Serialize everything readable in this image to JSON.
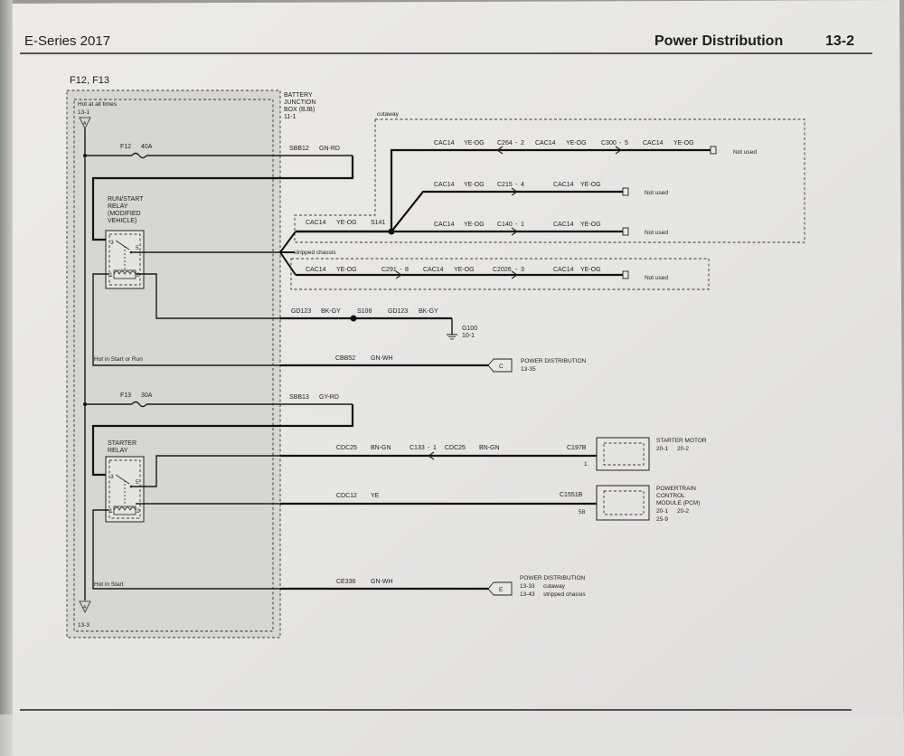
{
  "header": {
    "left": "E-Series 2017",
    "title": "Power Distribution",
    "page": "13-2"
  },
  "diagram": {
    "fuse_label": "F12, F13",
    "bjb": {
      "line1": "BATTERY",
      "line2": "JUNCTION",
      "line3": "BOX (BJB)",
      "line4": "11-1"
    },
    "hot_all_times": "Hot at all times",
    "ref_top": "13-1",
    "ref_bottom": "13-3",
    "conn_a": "A",
    "f12_name": "F12",
    "f12_rating": "40A",
    "f13_name": "F13",
    "f13_rating": "30A",
    "sbb12_circuit": "SBB12",
    "sbb12_color": "GN-RD",
    "sbb13_circuit": "SBB13",
    "sbb13_color": "GY-RD",
    "run_relay": {
      "line1": "RUN/START",
      "line2": "RELAY",
      "line3": "(MODIFIED",
      "line4": "VEHICLE)"
    },
    "starter_relay": {
      "line1": "STARTER",
      "line2": "RELAY"
    },
    "pin3": "3",
    "pin5": "5",
    "pin1": "1",
    "pin2": "2",
    "cutaway": "cutaway",
    "stripped_chassis": "stripped chassis",
    "cac14": "CAC14",
    "ye_og": "YE-OG",
    "s141": "S141",
    "c264": "C264",
    "c264_pin": "2",
    "c300": "C300",
    "c300_pin": "5",
    "c215": "C215",
    "c215_pin": "4",
    "c140": "C140",
    "c140_pin": "1",
    "c291": "C291",
    "c291_pin": "8",
    "c2026": "C2026",
    "c2026_pin": "3",
    "not_used": "Not used",
    "gd123": "GD123",
    "bk_gy": "BK-GY",
    "s108": "S108",
    "g100": "G100",
    "g100_ref": "10-1",
    "hot_start_run": "Hot in Start or Run",
    "cbb52": "CBB52",
    "gn_wh": "GN-WH",
    "conn_c": "C",
    "power_dist": "POWER DISTRIBUTION",
    "pd_c_ref": "13-35",
    "cdc25": "CDC25",
    "bn_gn": "BN-GN",
    "c133": "C133",
    "c133_pin": "1",
    "c197b": "C197B",
    "c197b_pin": "1",
    "starter_motor": "STARTER MOTOR",
    "sm_ref1": "20-1",
    "sm_ref2": "20-2",
    "cdc12": "CDC12",
    "ye": "YE",
    "c1551b": "C1551B",
    "c1551b_pin": "58",
    "pcm": {
      "line1": "POWERTRAIN",
      "line2": "CONTROL",
      "line3": "MODULE (PCM)",
      "ref1": "20-1",
      "ref2": "20-2",
      "ref3": "25-9"
    },
    "hot_in_start": "Hot in Start",
    "ce336": "CE336",
    "conn_e": "E",
    "pd_e_ref1": "13-33",
    "pd_e_label1": "cutaway",
    "pd_e_ref2": "13-43",
    "pd_e_label2": "stripped chassis"
  }
}
